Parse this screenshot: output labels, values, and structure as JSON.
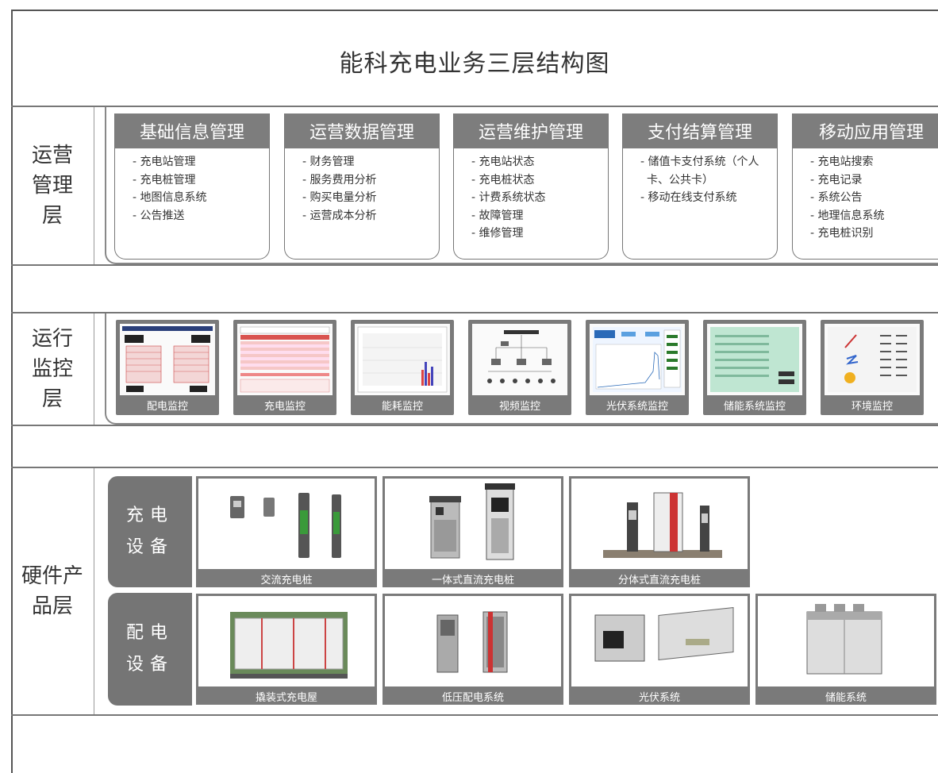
{
  "title": "能科充电业务三层结构图",
  "layers": {
    "ops": "运营管理层",
    "monitor": "运行监控层",
    "hardware": "硬件产品层"
  },
  "modules": [
    {
      "title": "基础信息管理",
      "items": [
        "- 充电站管理",
        "- 充电桩管理",
        "- 地图信息系统",
        "- 公告推送"
      ]
    },
    {
      "title": "运营数据管理",
      "items": [
        "- 财务管理",
        "- 服务费用分析",
        "- 购买电量分析",
        "- 运营成本分析"
      ]
    },
    {
      "title": "运营维护管理",
      "items": [
        "- 充电站状态",
        "- 充电桩状态",
        "- 计费系统状态",
        "- 故障管理",
        "- 维修管理"
      ]
    },
    {
      "title": "支付结算管理",
      "items": [
        "- 储值卡支付系统（个人",
        "卡、公共卡）",
        "- 移动在线支付系统"
      ]
    },
    {
      "title": "移动应用管理",
      "items": [
        "- 充电站搜索",
        "- 充电记录",
        "- 系统公告",
        "- 地理信息系统",
        "- 充电桩识别"
      ]
    }
  ],
  "monitors": [
    "配电监控",
    "充电监控",
    "能耗监控",
    "视频监控",
    "光伏系统监控",
    "储能系统监控",
    "环境监控"
  ],
  "hw_groups": {
    "charging": "充电设备",
    "distribution": "配电设备"
  },
  "charging_products": [
    "交流充电桩",
    "一体式直流充电桩",
    "分体式直流充电桩"
  ],
  "distribution_products": [
    "撬装式充电屋",
    "低压配电系统",
    "光伏系统",
    "储能系统"
  ]
}
